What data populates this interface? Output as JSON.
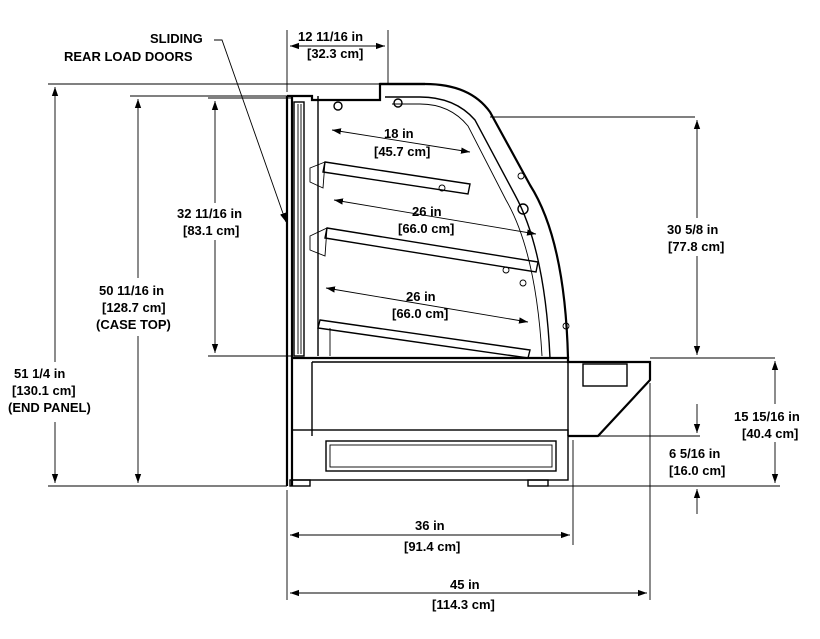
{
  "callout": {
    "line1": "SLIDING",
    "line2": "REAR LOAD DOORS"
  },
  "dims": {
    "top_depth": {
      "imperial": "12 11/16 in",
      "metric": "[32.3 cm]"
    },
    "door_height": {
      "imperial": "32 11/16 in",
      "metric": "[83.1 cm]"
    },
    "case_top": {
      "imperial": "50 11/16 in",
      "metric": "[128.7 cm]",
      "note": "(CASE TOP)"
    },
    "end_panel": {
      "imperial": "51 1/4 in",
      "metric": "[130.1 cm]",
      "note": "(END PANEL)"
    },
    "shelf_top": {
      "imperial": "18 in",
      "metric": "[45.7 cm]"
    },
    "shelf_mid": {
      "imperial": "26 in",
      "metric": "[66.0 cm]"
    },
    "shelf_low": {
      "imperial": "26 in",
      "metric": "[66.0 cm]"
    },
    "opening_height": {
      "imperial": "30 5/8 in",
      "metric": "[77.8 cm]"
    },
    "deck_height": {
      "imperial": "15 15/16 in",
      "metric": "[40.4 cm]"
    },
    "base_height": {
      "imperial": "6 5/16 in",
      "metric": "[16.0 cm]"
    },
    "case_depth": {
      "imperial": "36 in",
      "metric": "[91.4 cm]"
    },
    "overall_depth": {
      "imperial": "45 in",
      "metric": "[114.3 cm]"
    }
  }
}
